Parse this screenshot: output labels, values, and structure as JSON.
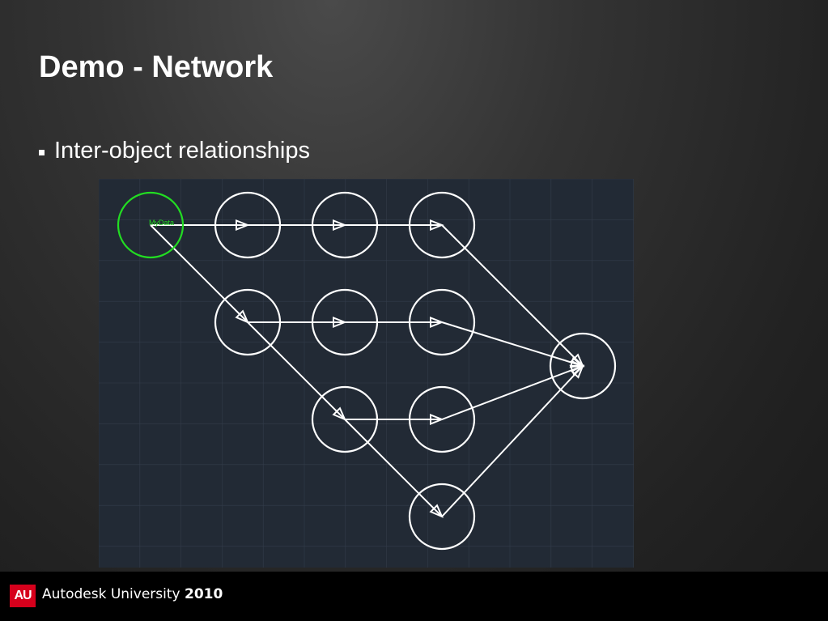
{
  "slide": {
    "title": "Demo - Network",
    "bullets": [
      "Inter-object relationships"
    ]
  },
  "diagram": {
    "selected_label": "MyData",
    "colors": {
      "canvas_bg": "#222a35",
      "grid": "#333c4a",
      "node": "#ffffff",
      "selected": "#22dd22",
      "edge": "#ffffff"
    },
    "nodes": [
      {
        "id": "mydata",
        "selected": true
      },
      {
        "id": "r1c2"
      },
      {
        "id": "r1c3"
      },
      {
        "id": "r1c4"
      },
      {
        "id": "r2c2"
      },
      {
        "id": "r2c3"
      },
      {
        "id": "r2c4"
      },
      {
        "id": "r3c3"
      },
      {
        "id": "r3c4"
      },
      {
        "id": "r4c4"
      },
      {
        "id": "sink"
      }
    ],
    "edges": [
      {
        "from": "mydata",
        "to": "r1c2"
      },
      {
        "from": "r1c2",
        "to": "r1c3"
      },
      {
        "from": "r1c3",
        "to": "r1c4"
      },
      {
        "from": "mydata",
        "to": "r2c2"
      },
      {
        "from": "r2c2",
        "to": "r2c3"
      },
      {
        "from": "r2c3",
        "to": "r2c4"
      },
      {
        "from": "r2c2",
        "to": "r3c3"
      },
      {
        "from": "r3c3",
        "to": "r3c4"
      },
      {
        "from": "r3c3",
        "to": "r4c4"
      },
      {
        "from": "r1c4",
        "to": "sink"
      },
      {
        "from": "r2c4",
        "to": "sink"
      },
      {
        "from": "r3c4",
        "to": "sink"
      },
      {
        "from": "r4c4",
        "to": "sink"
      }
    ]
  },
  "footer": {
    "logo_text": "AU",
    "brand": "Autodesk University",
    "year": "2010"
  }
}
